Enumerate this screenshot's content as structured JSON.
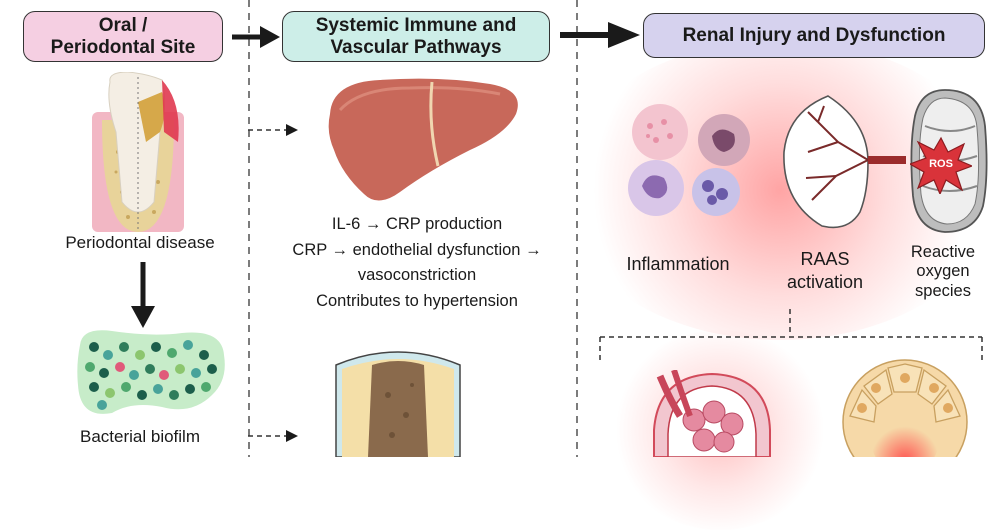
{
  "headers": {
    "oral": [
      "Oral /",
      "Periodontal Site"
    ],
    "systemic": [
      "Systemic Immune and",
      "Vascular Pathways"
    ],
    "renal": "Renal Injury and Dysfunction"
  },
  "labels": {
    "periodontal": "Periodontal disease",
    "biofilm": "Bacterial biofilm",
    "inflammation": "Inflammation",
    "raas": [
      "RAAS",
      "activation"
    ],
    "ros": [
      "Reactive",
      "oxygen",
      "species"
    ],
    "ros_badge": "ROS"
  },
  "pathway_text": [
    "IL-6 → CRP production",
    "CRP → endothelial dysfunction →",
    "vasoconstriction",
    "Contributes to hypertension"
  ],
  "colors": {
    "oral_header": "#f5cfe2",
    "systemic_header": "#cdeee8",
    "renal_header": "#d6d2ee",
    "liver": "#c8685a",
    "glow": "#ff5a5a"
  }
}
